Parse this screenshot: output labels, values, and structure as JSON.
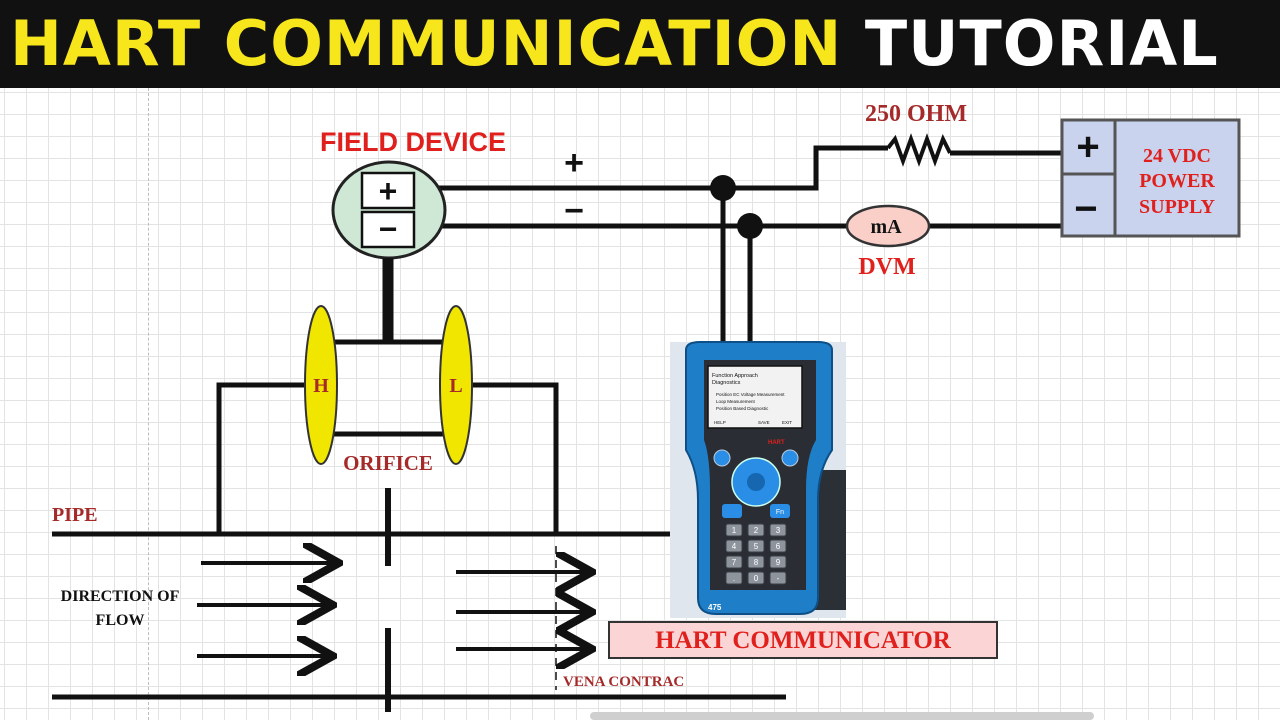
{
  "banner": {
    "title_part1": "HART COMMUNICATION",
    "title_part2": "TUTORIAL"
  },
  "labels": {
    "field_device": "FIELD DEVICE",
    "plus_sign": "+",
    "minus_sign": "−",
    "resistor": "250 OHM",
    "power_supply_line1": "24 VDC",
    "power_supply_line2": "POWER",
    "power_supply_line3": "SUPPLY",
    "meter": "mA",
    "dvm": "DVM",
    "high_tap": "H",
    "low_tap": "L",
    "orifice": "ORIFICE",
    "pipe": "PIPE",
    "flow_line1": "DIRECTION OF",
    "flow_line2": "FLOW",
    "communicator": "HART COMMUNICATOR",
    "vena_contracta": "VENA CONTRAC"
  },
  "device": {
    "screen_title": "Function Approach",
    "screen_subtitle": "Diagnostics",
    "screen_items": [
      "Position EC Voltage Measurement",
      "Loop Measurement",
      "Position Based Diagnostic"
    ],
    "softkeys": [
      "HELP",
      "SAVE",
      "EXIT"
    ],
    "brand": "HART",
    "model": "475",
    "keypad": [
      "1",
      "2",
      "3",
      "4",
      "5",
      "6",
      "7",
      "8",
      "9",
      ".",
      "0",
      "-"
    ],
    "fn_key": "Fn"
  },
  "colors": {
    "banner_bg": "#111111",
    "banner_yellow": "#f7e61c",
    "label_red": "#e0201c",
    "label_darkred": "#a52a2a",
    "field_device_fill": "#cfe8d6",
    "power_supply_fill": "#c9d3ee",
    "meter_fill": "#f9cfc8",
    "orifice_fill": "#f0e600",
    "communicator_label_fill": "#fbd5d5",
    "device_body": "#1e7fc8"
  }
}
